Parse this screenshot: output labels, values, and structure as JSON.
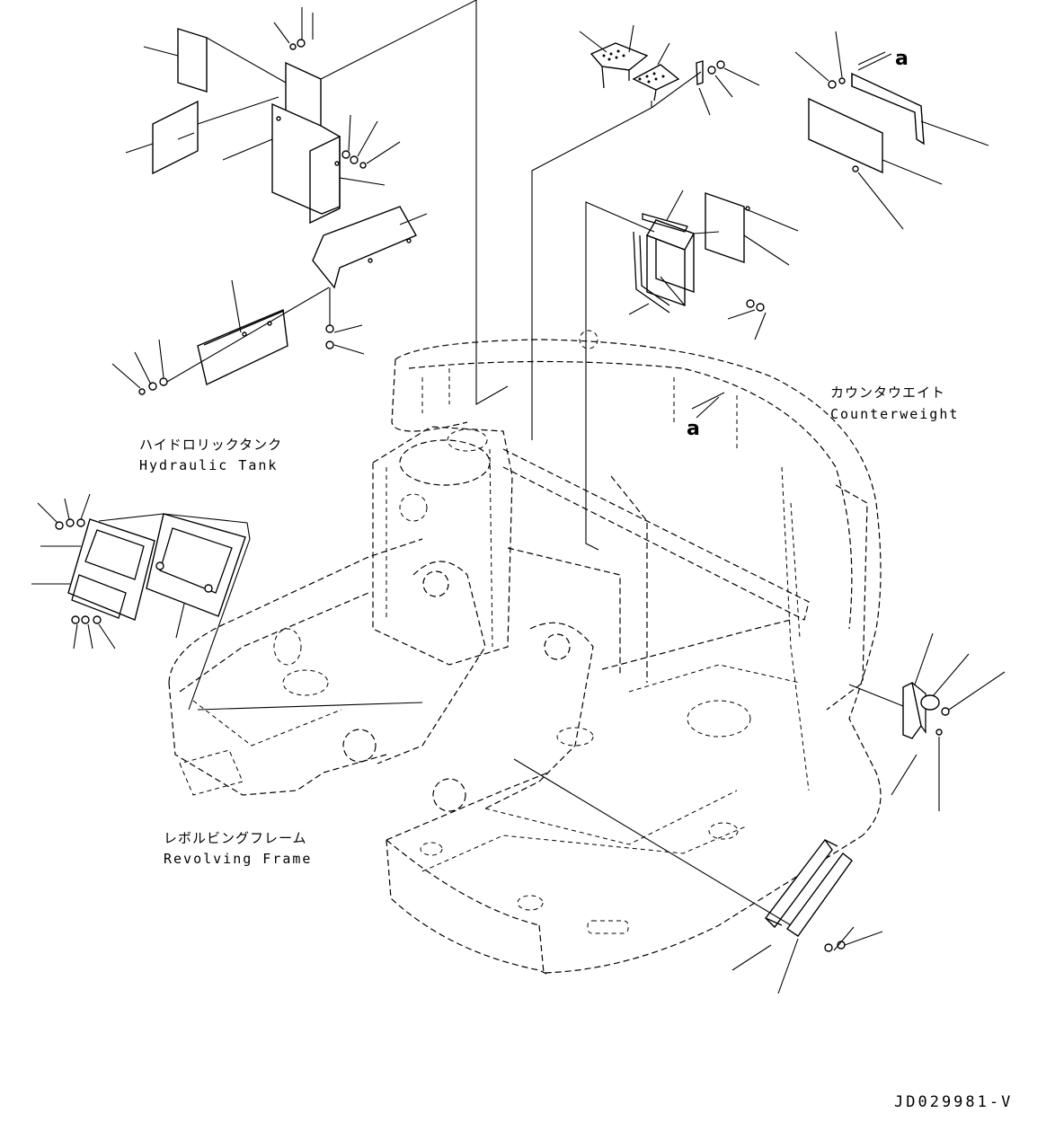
{
  "labels": {
    "hydraulic_tank_jp": "ハイドロリックタンク",
    "hydraulic_tank_en": "Hydraulic Tank",
    "counterweight_jp": "カウンタウエイト",
    "counterweight_en": "Counterweight",
    "revolving_frame_jp": "レボルビングフレーム",
    "revolving_frame_en": "Revolving Frame",
    "marker_a": "a",
    "drawing_code": "JD029981-V"
  }
}
